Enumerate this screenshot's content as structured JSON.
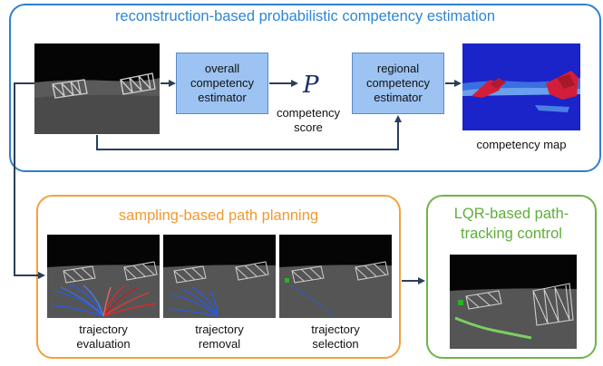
{
  "top": {
    "title": "reconstruction-based probabilistic competency estimation",
    "overall_box": [
      "overall",
      "competency",
      "estimator"
    ],
    "p_symbol": "P",
    "score_label": [
      "competency",
      "score"
    ],
    "regional_box": [
      "regional",
      "competency",
      "estimator"
    ],
    "map_label": "competency map"
  },
  "sampling": {
    "title": "sampling-based path planning",
    "captions": [
      [
        "trajectory",
        "evaluation"
      ],
      [
        "trajectory",
        "removal"
      ],
      [
        "trajectory",
        "selection"
      ]
    ]
  },
  "lqr": {
    "title": [
      "LQR-based path-",
      "tracking control"
    ]
  },
  "colors": {
    "blue_border": "#2f7fd0",
    "orange_border": "#f2a23a",
    "green_border": "#6fb34a",
    "estimator_box": "#9cc3f2",
    "arrow": "#2b3f5c"
  }
}
